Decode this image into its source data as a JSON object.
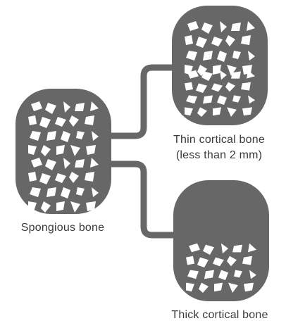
{
  "colors": {
    "bone": "#676767",
    "hole": "#ffffff",
    "text": "#3a3a3a"
  },
  "labels": {
    "spongious": "Spongious bone",
    "thin_line1": "Thin cortical bone",
    "thin_line2": "(less than 2 mm)",
    "thick": "Thick cortical bone"
  }
}
